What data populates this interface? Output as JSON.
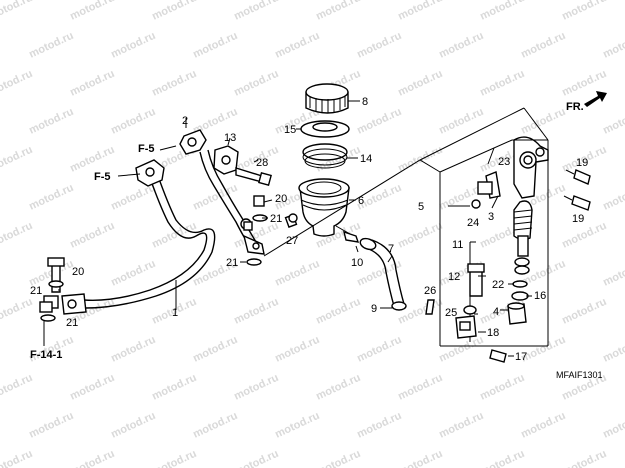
{
  "watermark": "motod.ru",
  "diagram_code": "MFAIF1301",
  "direction_label": "FR.",
  "refs": {
    "f5_upper": "F-5",
    "f5_left": "F-5",
    "f14": "F-14-1"
  },
  "callouts": {
    "c1": "1",
    "c2": "2",
    "c3": "3",
    "c4": "4",
    "c5": "5",
    "c6": "6",
    "c7": "7",
    "c8": "8",
    "c9": "9",
    "c10": "10",
    "c11": "11",
    "c12": "12",
    "c13": "13",
    "c14": "14",
    "c15": "15",
    "c16": "16",
    "c17": "17",
    "c18": "18",
    "c19a": "19",
    "c19b": "19",
    "c20a": "20",
    "c20b": "20",
    "c21a": "21",
    "c21b": "21",
    "c21c": "21",
    "c21d": "21",
    "c22": "22",
    "c23": "23",
    "c24": "24",
    "c25": "25",
    "c26": "26",
    "c27": "27",
    "c28": "28"
  }
}
